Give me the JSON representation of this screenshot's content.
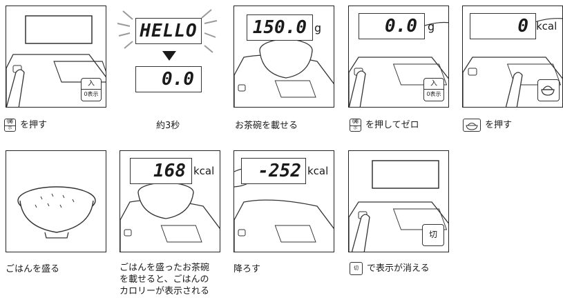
{
  "captions": {
    "step1": "を押す",
    "step2": "約3秒",
    "step3": "お茶碗を載せる",
    "step4": "を押してゼロ",
    "step5": "を押す",
    "step6": "ごはんを盛る",
    "step7": "ごはんを盛ったお茶碗\nを載せると、ごはんの\nカロリーが表示される",
    "step8": "降ろす",
    "step9": "で表示が消える"
  },
  "keys": {
    "zero_top": "入",
    "zero_bottom": "0表示",
    "off": "切"
  },
  "displays": {
    "hello": "HELLO",
    "zero_after_hello": "0.0",
    "bowl_weight": "150.0",
    "bowl_weight_unit": "g",
    "tare_zero": "0.0",
    "tare_unit": "g",
    "kcal_zero": "0",
    "kcal_unit": "kcal",
    "rice_kcal": "168",
    "rice_kcal_unit": "kcal",
    "removed_kcal": "-252",
    "removed_unit": "kcal"
  },
  "icons": {
    "rice_bowl": "rice-bowl-icon",
    "finger": "finger-icon",
    "arrow": "down-triangle-icon"
  }
}
